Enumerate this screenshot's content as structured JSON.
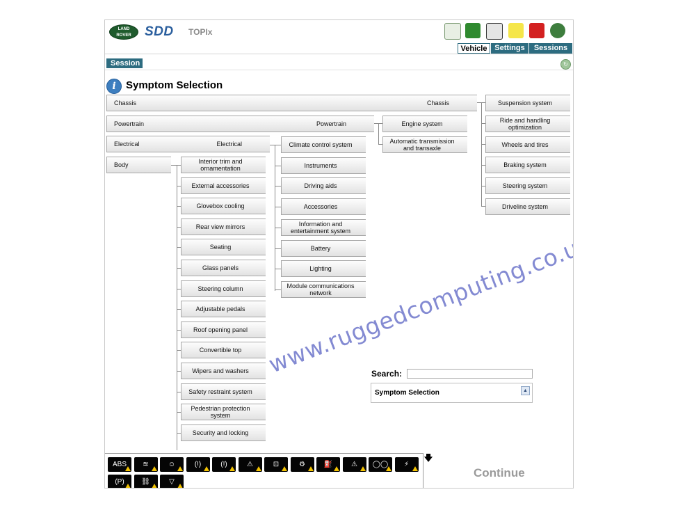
{
  "header": {
    "logo_text": "LAND ROVER",
    "app_name": "SDD",
    "app_subtitle": "TOPIx",
    "toolbar_icons": [
      "vehicle-connect-icon",
      "battery-icon",
      "calendar-icon",
      "notes-icon",
      "report-icon",
      "globe-help-icon"
    ],
    "tabs": [
      {
        "label": "Vehicle",
        "active": true
      },
      {
        "label": "Settings",
        "active": false
      },
      {
        "label": "Sessions",
        "active": false
      }
    ]
  },
  "session": {
    "label": "Session",
    "refresh_icon": "refresh-icon"
  },
  "page": {
    "title": "Symptom Selection",
    "title_icon": "info-icon"
  },
  "tree": {
    "root": {
      "chassis": "Chassis",
      "powertrain": "Powertrain",
      "electrical": "Electrical",
      "body": "Body"
    },
    "chassis_items": [
      "Suspension system",
      "Ride and handling optimization",
      "Wheels and tires",
      "Braking system",
      "Steering system",
      "Driveline system"
    ],
    "powertrain_items": [
      "Engine system",
      "Automatic transmission and transaxle"
    ],
    "electrical_items": [
      "Climate control system",
      "Instruments",
      "Driving aids",
      "Accessories",
      "Information and entertainment system",
      "Battery",
      "Lighting",
      "Module communications network"
    ],
    "body_items": [
      "Interior trim and ornamentation",
      "External accessories",
      "Glovebox cooling",
      "Rear view mirrors",
      "Seating",
      "Glass panels",
      "Steering column",
      "Adjustable pedals",
      "Roof opening panel",
      "Convertible top",
      "Wipers and washers",
      "Safety restraint system",
      "Pedestrian protection system",
      "Security and locking"
    ]
  },
  "search": {
    "label": "Search:",
    "value": "",
    "placeholder": ""
  },
  "selection": {
    "label": "Symptom Selection"
  },
  "warning_lights": [
    "abs-warning-icon",
    "glow-plug-icon",
    "airbag-icon",
    "brake-warning-icon",
    "tyre-pressure-icon",
    "general-warning-icon",
    "suspension-icon",
    "engine-check-icon",
    "oil-pressure-icon",
    "hazard-icon",
    "hdc-icon",
    "traction-icon",
    "parking-brake-icon",
    "seatbelt-icon",
    "fuel-filter-icon"
  ],
  "actions": {
    "continue_label": "Continue",
    "scroll_icon": "down-arrow-icon"
  },
  "watermark": "www.ruggedcomputing.co.uk",
  "colors": {
    "accent": "#2d6c80",
    "arrow_green": "#2f9a3a",
    "watermark": "#5a63c4"
  }
}
